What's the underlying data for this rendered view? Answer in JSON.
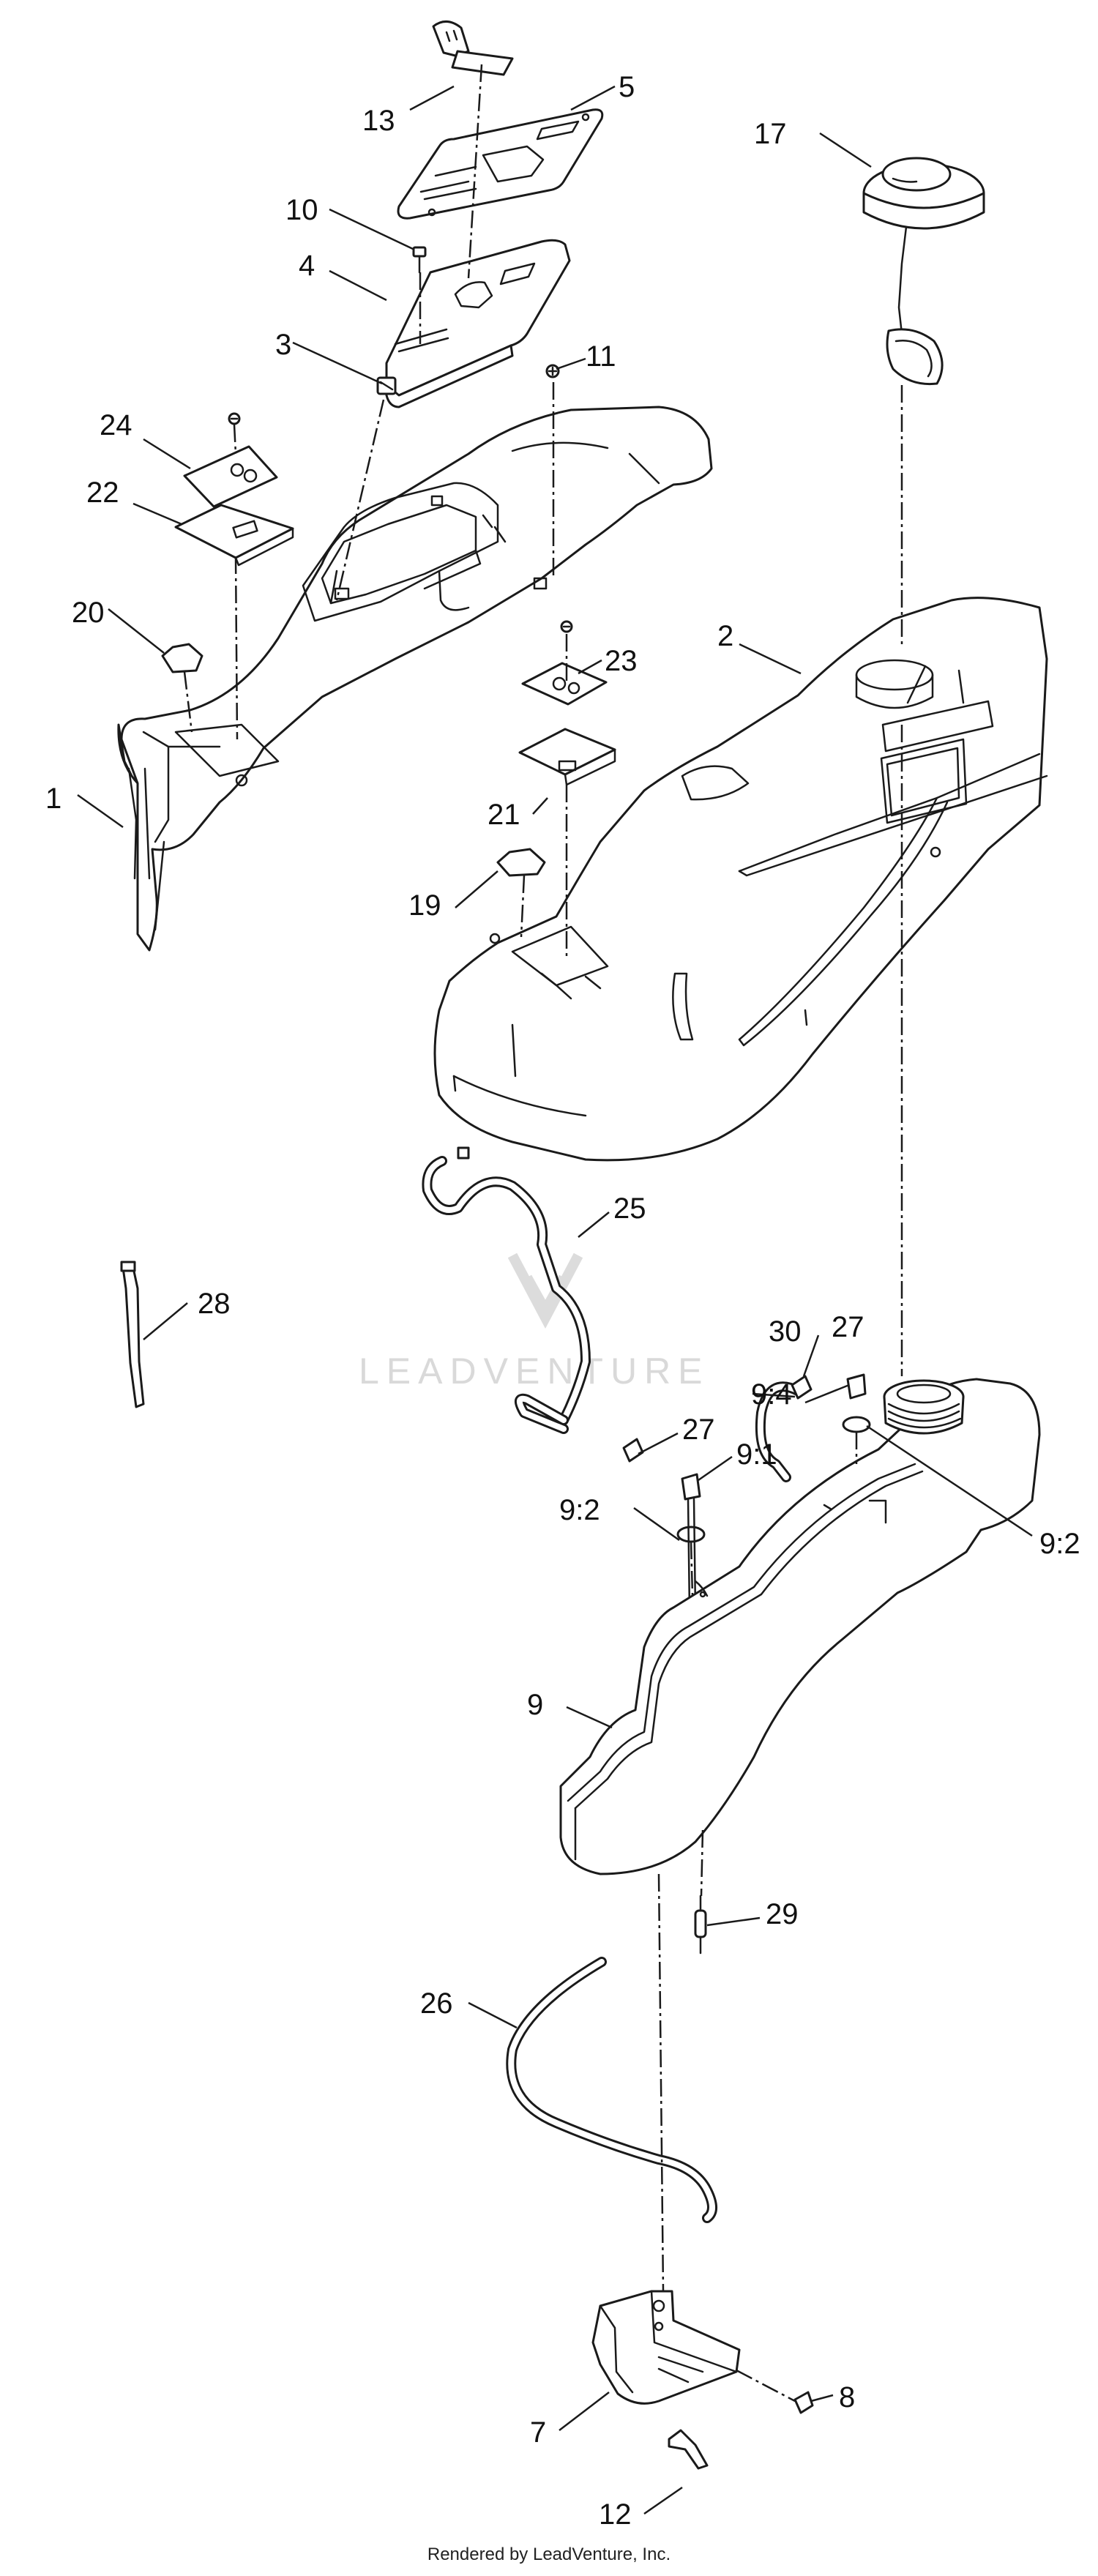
{
  "diagram": {
    "callouts": {
      "c1": "1",
      "c2": "2",
      "c3": "3",
      "c4": "4",
      "c5": "5",
      "c7": "7",
      "c8": "8",
      "c9": "9",
      "c10": "10",
      "c11": "11",
      "c12": "12",
      "c13": "13",
      "c17": "17",
      "c19": "19",
      "c20": "20",
      "c21": "21",
      "c22": "22",
      "c23": "23",
      "c24": "24",
      "c25": "25",
      "c26": "26",
      "c27a": "27",
      "c27b": "27",
      "c28": "28",
      "c29": "29",
      "c30": "30",
      "c9_1": "9:1",
      "c9_2a": "9:2",
      "c9_2b": "9:2",
      "c9_4": "9:4"
    },
    "watermark": "LEADVENTURE",
    "footer": "Rendered by LeadVenture, Inc."
  }
}
